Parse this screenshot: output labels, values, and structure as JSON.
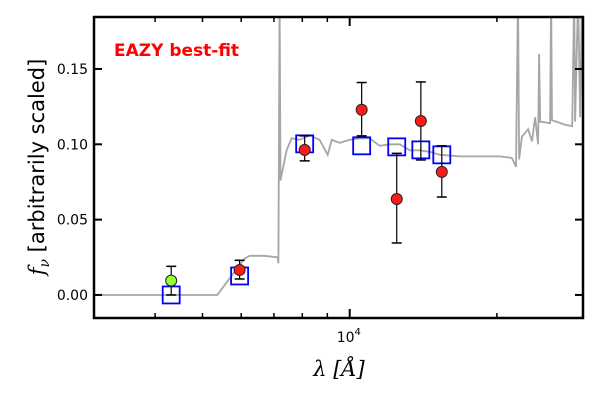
{
  "chart_data": {
    "type": "scatter",
    "annotation": "EAZY best-fit",
    "xlabel": "λ [Å]",
    "ylabel_symbol": "f",
    "ylabel_sub": "ν",
    "ylabel_text": " [arbitrarily scaled]",
    "xscale": "log",
    "xlim": [
      3000,
      30000
    ],
    "ylim": [
      -0.0153,
      0.1845
    ],
    "yticks": [
      0.0,
      0.05,
      0.1,
      0.15
    ],
    "ytick_labels": [
      "0.00",
      "0.05",
      "0.10",
      "0.15"
    ],
    "xtick_major": [
      10000
    ],
    "xtick_major_labels": [
      {
        "base": "10",
        "exp": "4"
      }
    ],
    "xtick_minor": [
      4000,
      5000,
      6000,
      7000,
      8000,
      9000,
      20000
    ],
    "grid": false,
    "colors": {
      "model": "#a6a6a6",
      "observed": "#ff1a1a",
      "observed_alt": "#99ff33",
      "model_phot": "#0000ff",
      "annotation": "#ff0000"
    },
    "model_spectrum": {
      "name": "EAZY best-fit template",
      "x": [
        3000,
        5360,
        6090,
        6240,
        6700,
        7120,
        7150,
        7190,
        7220,
        7430,
        7606,
        7900,
        8280,
        8680,
        9015,
        9186,
        9540,
        10000,
        10483,
        10990,
        11520,
        12080,
        12660,
        13270,
        13910,
        14590,
        15290,
        16800,
        18460,
        20290,
        21460,
        21880,
        22090,
        22200,
        22500,
        23170,
        23600,
        23940,
        24280,
        24400,
        24520,
        25690,
        25810,
        25930,
        27590,
        28510,
        28780,
        28910,
        29320,
        29600,
        29880,
        30000
      ],
      "y": [
        0,
        0,
        0.024,
        0.026,
        0.026,
        0.025,
        0.021,
        0.2,
        0.076,
        0.096,
        0.104,
        0.103,
        0.106,
        0.103,
        0.093,
        0.103,
        0.101,
        0.103,
        0.104,
        0.104,
        0.099,
        0.1,
        0.1,
        0.096,
        0.096,
        0.095,
        0.093,
        0.092,
        0.092,
        0.092,
        0.091,
        0.085,
        0.2,
        0.09,
        0.105,
        0.11,
        0.102,
        0.118,
        0.1,
        0.16,
        0.115,
        0.114,
        0.2,
        0.116,
        0.113,
        0.112,
        0.2,
        0.115,
        0.2,
        0.118,
        0.2,
        0.119
      ]
    },
    "observed": [
      {
        "x": 4315,
        "y": 0.0095,
        "err_lo": 0.0095,
        "err_hi": 0.0095,
        "color": "alt"
      },
      {
        "x": 5955,
        "y": 0.0166,
        "err_lo": 0.006,
        "err_hi": 0.0064,
        "color": "main"
      },
      {
        "x": 8090,
        "y": 0.0963,
        "err_lo": 0.0073,
        "err_hi": 0.0093,
        "color": "main"
      },
      {
        "x": 10580,
        "y": 0.1229,
        "err_lo": 0.0173,
        "err_hi": 0.0181,
        "color": "main"
      },
      {
        "x": 12480,
        "y": 0.0637,
        "err_lo": 0.0292,
        "err_hi": 0.0303,
        "color": "main"
      },
      {
        "x": 13980,
        "y": 0.1155,
        "err_lo": 0.0259,
        "err_hi": 0.0259,
        "color": "main"
      },
      {
        "x": 15430,
        "y": 0.0817,
        "err_lo": 0.0167,
        "err_hi": 0.0173,
        "color": "main"
      }
    ],
    "model_photometry": {
      "x": [
        4315,
        5955,
        8090,
        10580,
        12480,
        13980,
        15430
      ],
      "y": [
        0.0,
        0.0126,
        0.1003,
        0.099,
        0.0983,
        0.0963,
        0.093
      ]
    }
  }
}
